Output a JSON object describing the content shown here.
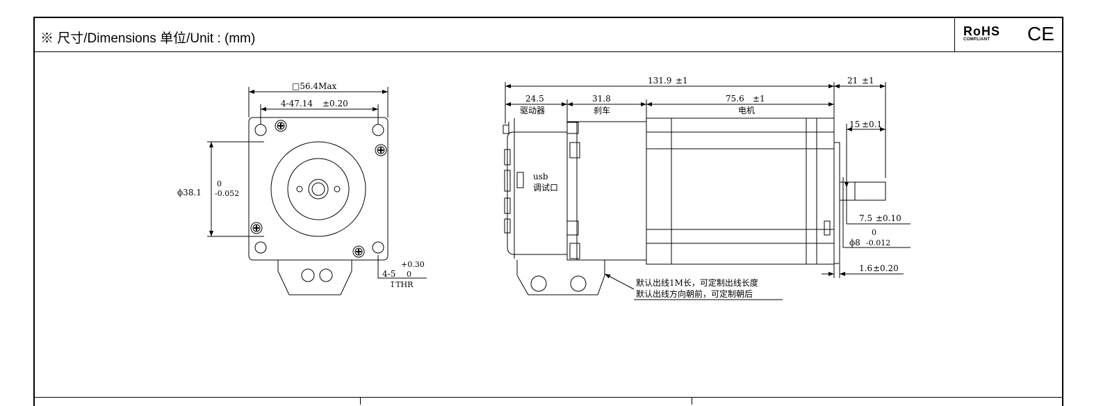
{
  "header": {
    "title": "※ 尺寸/Dimensions  单位/Unit : (mm)",
    "rohs": "RoHS",
    "rohs_sub": "COMPLIANT",
    "ce": "CE"
  },
  "front_view": {
    "square_max": "□56.4Max",
    "hole_pitch": "4-47.14",
    "hole_pitch_tol": "±0.20",
    "pilot_dia": "ϕ38.1",
    "pilot_tol_upper": "0",
    "pilot_tol_lower": "-0.052",
    "hole_spec": "4-5",
    "hole_tol_upper": "+0.30",
    "hole_tol_lower": "0",
    "hole_through": "↧THR"
  },
  "side_view": {
    "total_length": "131.9",
    "total_length_tol": "±1",
    "driver_length": "24.5",
    "driver_label": "驱动器",
    "brake_length": "31.8",
    "brake_label": "刹车",
    "motor_length": "75.6",
    "motor_length_tol": "±1",
    "motor_label": "电机",
    "shaft_length": "21",
    "shaft_length_tol": "±1",
    "flat_length": "15",
    "flat_length_tol": "±0.1",
    "flat_depth": "7.5",
    "flat_depth_tol": "±0.10",
    "shaft_dia": "ϕ8",
    "shaft_dia_tol_upper": "0",
    "shaft_dia_tol_lower": "-0.012",
    "boss_height": "1.6",
    "boss_height_tol": "±0.20",
    "usb_label": "usb",
    "usb_port_label": "调试口",
    "note_line1": "默认出线1M长，可定制出线长度",
    "note_line2": "默认出线方向朝前，可定制朝后"
  }
}
